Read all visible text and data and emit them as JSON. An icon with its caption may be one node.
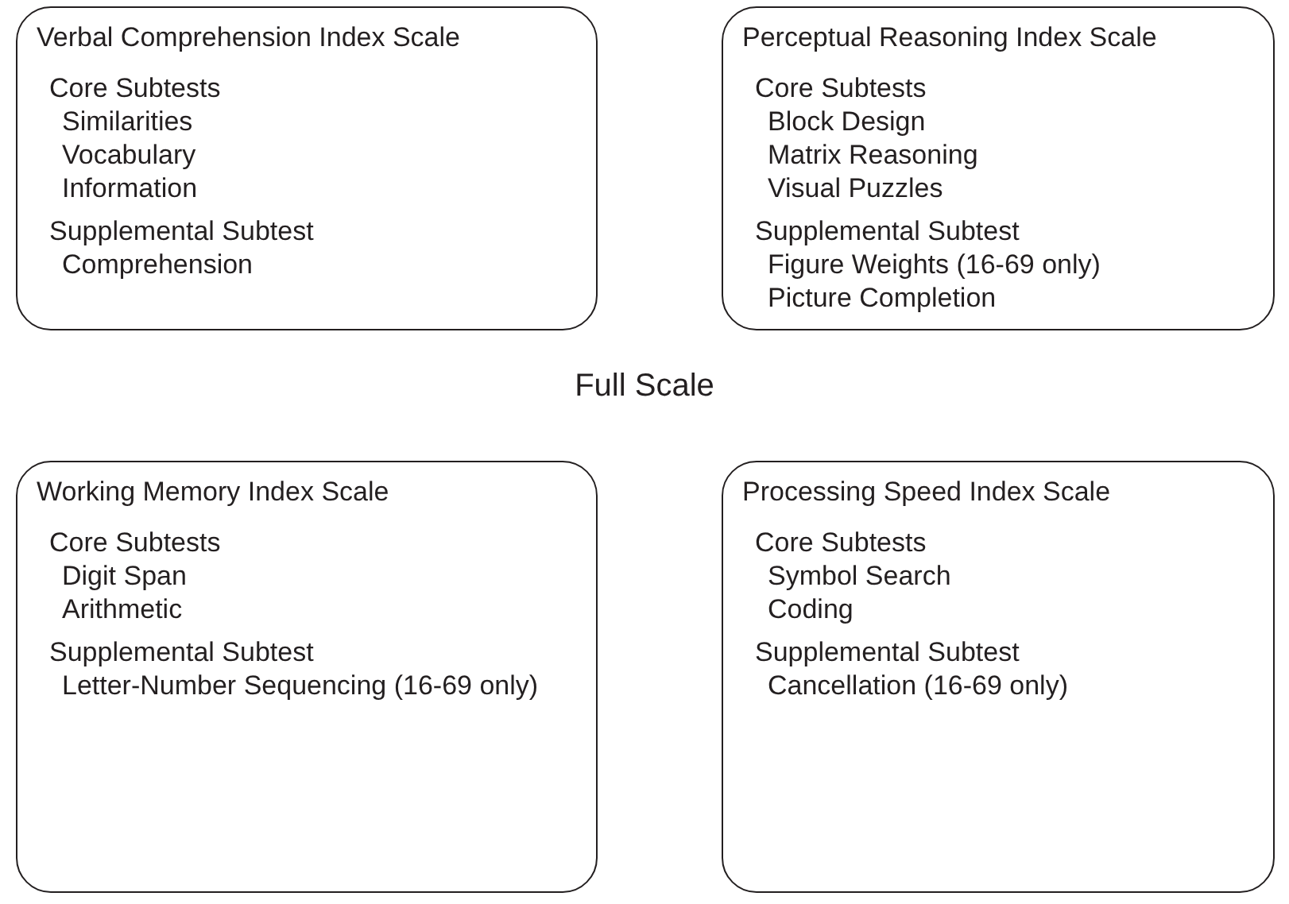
{
  "diagram": {
    "nodes": [
      {
        "text": [
          "Verbal Comprehension Index Scale",
          "Core Subtests",
          "Similarities",
          "Vocabulary",
          "Information",
          "Supplemental Subtest",
          "Comprehension"
        ]
      },
      {
        "text": [
          "Perceptual Reasoning Index Scale",
          "Core Subtests",
          "Block Design",
          "Matrix Reasoning",
          "Visual Puzzles",
          "Supplemental Subtest",
          "Figure Weights (16-69 only)",
          "Picture Completion"
        ]
      },
      {
        "text": [
          "Working Memory Index Scale",
          "Core Subtests",
          "Digit Span",
          "Arithmetic",
          "Supplemental Subtest",
          "Letter-Number Sequencing (16-69 only)"
        ]
      },
      {
        "text": [
          "Processing Speed Index Scale",
          "Core Subtests",
          "Symbol Search",
          "Coding",
          "Supplemental Subtest",
          "Cancellation (16-69 only)"
        ]
      }
    ],
    "labels": [
      "Full Scale"
    ]
  }
}
